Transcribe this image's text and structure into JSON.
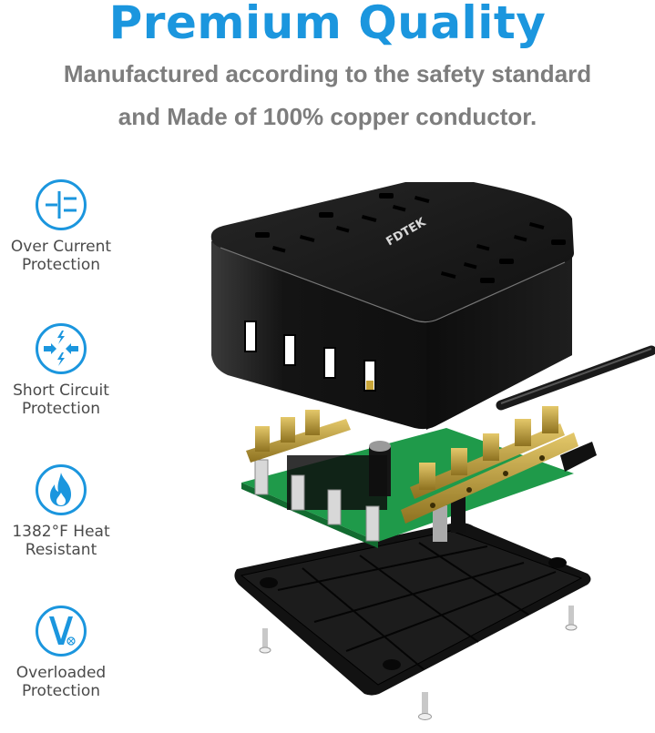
{
  "header": {
    "title": "Premium Quality",
    "subtitle_line1": "Manufactured according to the safety standard",
    "subtitle_line2": "and Made of 100% copper conductor."
  },
  "features": [
    {
      "icon": "over-current-icon",
      "line1": "Over Current",
      "line2": "Protection"
    },
    {
      "icon": "short-circuit-icon",
      "line1": "Short Circuit",
      "line2": "Protection"
    },
    {
      "icon": "flame-icon",
      "line1": "1382°F Heat",
      "line2": "Resistant"
    },
    {
      "icon": "overload-v-icon",
      "line1": "Overloaded",
      "line2": "Protection"
    }
  ],
  "product": {
    "brand": "FDTEK",
    "description": "Exploded view of power strip cube with 8 AC outlets, 4 USB ports, copper conductor PCB, base plate and screws"
  },
  "colors": {
    "accent": "#1b96de",
    "subtitle": "#7d7d7d",
    "label": "#4a4a4a",
    "body": "#141414",
    "copper": "#c9a63a",
    "pcb": "#1f9a4a"
  }
}
